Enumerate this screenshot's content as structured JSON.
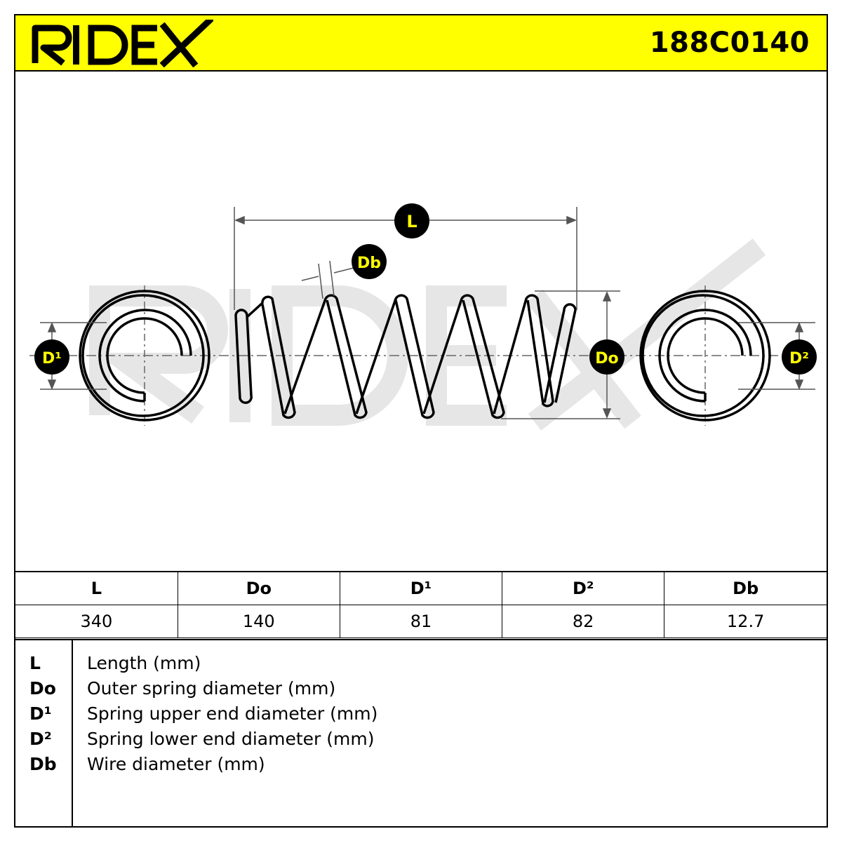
{
  "header": {
    "brand": "RIDEX",
    "part_number": "188C0140"
  },
  "diagram": {
    "labels": {
      "L": "L",
      "Db": "Db",
      "Do": "Do",
      "D1": "D¹",
      "D2": "D²"
    },
    "watermark": "RIDEX"
  },
  "specs": {
    "headers": [
      "L",
      "Do",
      "D¹",
      "D²",
      "Db"
    ],
    "values": [
      "340",
      "140",
      "81",
      "82",
      "12.7"
    ]
  },
  "legend": [
    {
      "symbol": "L",
      "description": "Length (mm)"
    },
    {
      "symbol": "Do",
      "description": "Outer spring diameter (mm)"
    },
    {
      "symbol": "D¹",
      "description": "Spring upper end diameter (mm)"
    },
    {
      "symbol": "D²",
      "description": "Spring lower end diameter (mm)"
    },
    {
      "symbol": "Db",
      "description": "Wire diameter (mm)"
    }
  ],
  "colors": {
    "header_bg": "#ffff00",
    "badge_bg": "#000000",
    "badge_text": "#ffff00",
    "watermark": "#e8e8e8"
  }
}
